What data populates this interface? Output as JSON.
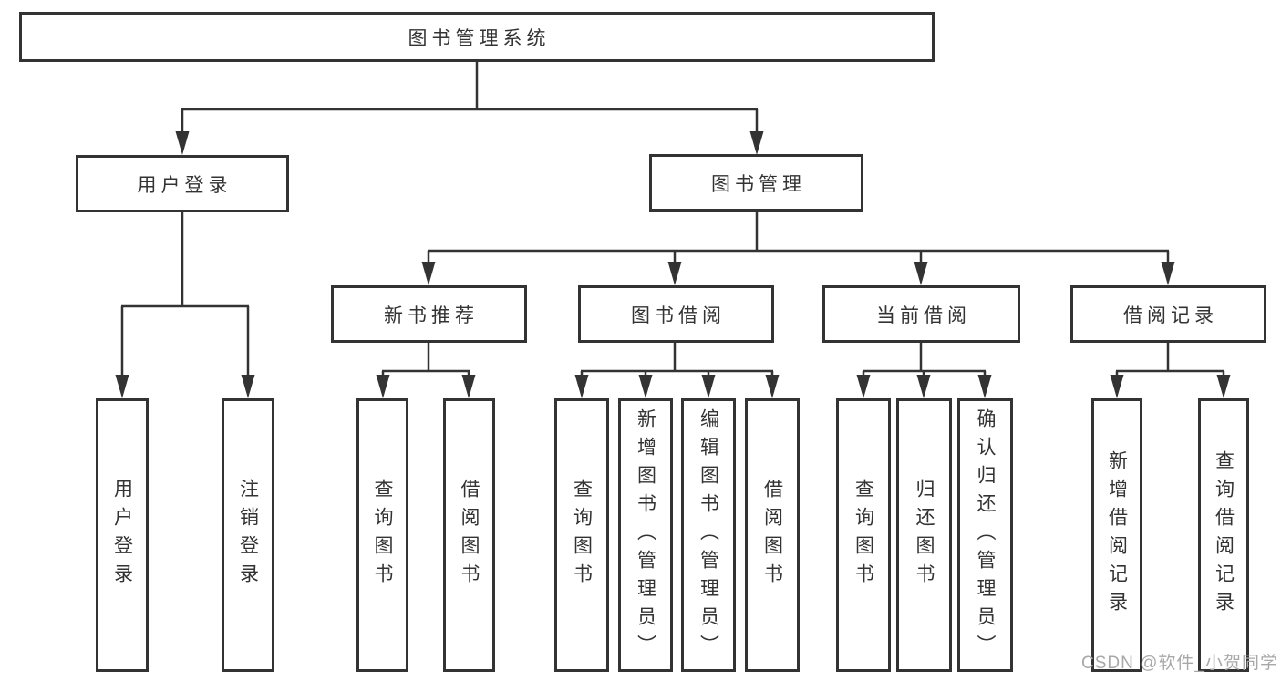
{
  "diagram": {
    "type": "tree",
    "root": {
      "label": "图书管理系统"
    },
    "level2": [
      {
        "label": "用户登录",
        "parent": "图书管理系统"
      },
      {
        "label": "图书管理",
        "parent": "图书管理系统"
      }
    ],
    "level3": [
      {
        "label": "新书推荐",
        "parent": "图书管理"
      },
      {
        "label": "图书借阅",
        "parent": "图书管理"
      },
      {
        "label": "当前借阅",
        "parent": "图书管理"
      },
      {
        "label": "借阅记录",
        "parent": "图书管理"
      }
    ],
    "leaves": [
      {
        "label": "用户登录",
        "parent": "用户登录"
      },
      {
        "label": "注销登录",
        "parent": "用户登录"
      },
      {
        "label": "查询图书",
        "parent": "新书推荐"
      },
      {
        "label": "借阅图书",
        "parent": "新书推荐"
      },
      {
        "label": "查询图书",
        "parent": "图书借阅"
      },
      {
        "label": "新增图书（管理员）",
        "parent": "图书借阅"
      },
      {
        "label": "编辑图书（管理员）",
        "parent": "图书借阅"
      },
      {
        "label": "借阅图书",
        "parent": "图书借阅"
      },
      {
        "label": "查询图书",
        "parent": "当前借阅"
      },
      {
        "label": "归还图书",
        "parent": "当前借阅"
      },
      {
        "label": "确认归还（管理员）",
        "parent": "当前借阅"
      },
      {
        "label": "新增借阅记录",
        "parent": "借阅记录"
      },
      {
        "label": "查询借阅记录",
        "parent": "借阅记录"
      }
    ]
  },
  "watermark": {
    "text": "CSDN @软件_小贺同学"
  },
  "colors": {
    "line": "#333333",
    "text": "#333333",
    "box_fill": "#ffffff",
    "background": "#ffffff",
    "watermark": "#a8a8a8"
  }
}
